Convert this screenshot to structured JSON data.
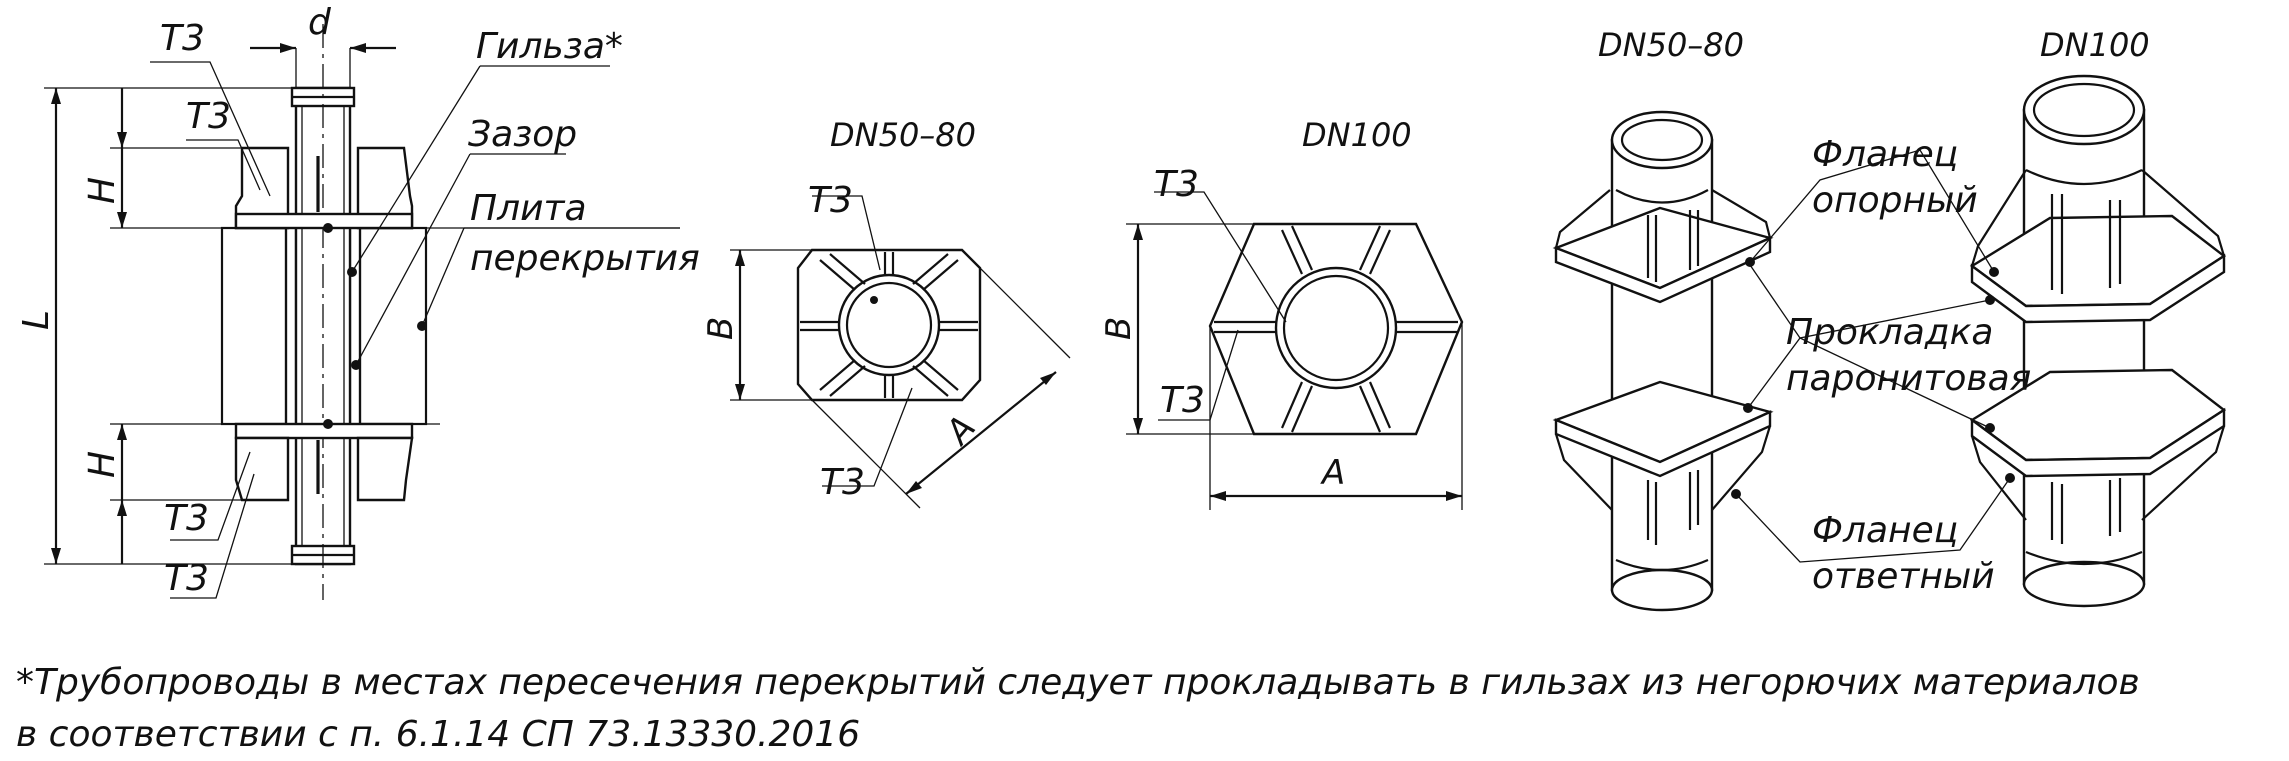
{
  "labels": {
    "sleeve": "Гильза*",
    "gap": "Зазор",
    "slab_line1": "Плита",
    "slab_line2": "перекрытия",
    "support_flange_line1": "Фланец",
    "support_flange_line2": "опорный",
    "gasket_line1": "Прокладка",
    "gasket_line2": "паронитовая",
    "mating_flange_line1": "Фланец",
    "mating_flange_line2": "ответный"
  },
  "weld_marks": {
    "t3": "Т3"
  },
  "dimensions": {
    "d": "d",
    "L": "L",
    "H": "H",
    "A": "A",
    "B": "B"
  },
  "views": {
    "dn50_80": "DN50–80",
    "dn100": "DN100"
  },
  "footnote": {
    "line1": "*Трубопроводы в местах пересечения перекрытий следует прокладывать в гильзах из негорючих материалов",
    "line2": "в соответствии с п. 6.1.14 СП 73.13330.2016"
  },
  "colors": {
    "ink": "#111111",
    "background": "#ffffff"
  }
}
